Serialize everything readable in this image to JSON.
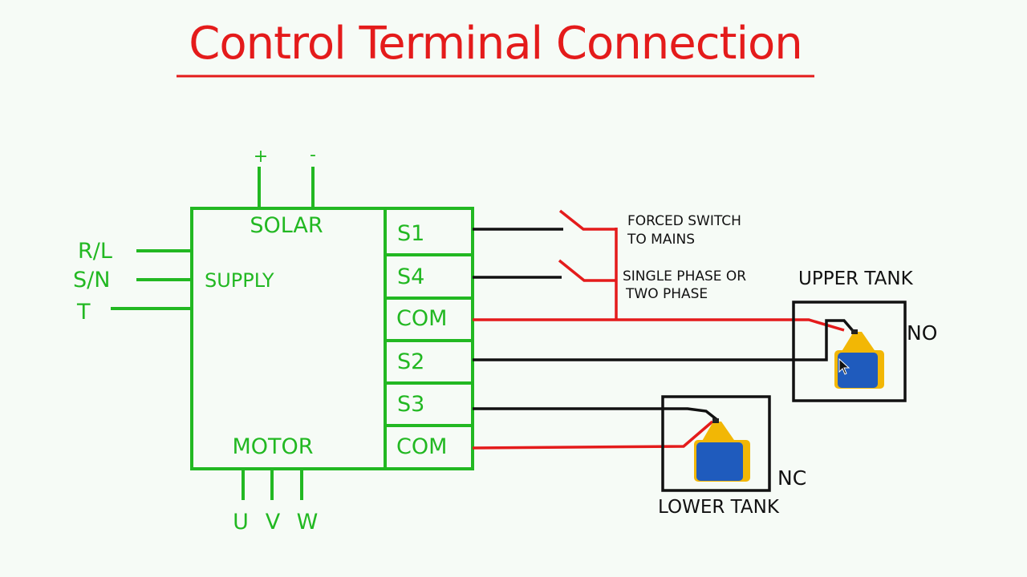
{
  "title": "Control Terminal Connection",
  "colors": {
    "green": "#22b822",
    "red": "#e41b1b",
    "black": "#111111",
    "float_blue": "#1f5bbd",
    "float_yellow": "#f2b705"
  },
  "controller": {
    "solar_plus": "+",
    "solar_minus": "-",
    "solar_label": "SOLAR",
    "supply_label": "SUPPLY",
    "motor_label": "MOTOR",
    "inputs": [
      "R/L",
      "S/N",
      "T"
    ],
    "outputs": [
      "U",
      "V",
      "W"
    ]
  },
  "terminals": [
    "S1",
    "S4",
    "COM",
    "S2",
    "S3",
    "COM"
  ],
  "switches": {
    "forced_switch_line1": "FORCED SWITCH",
    "forced_switch_line2": "TO MAINS",
    "phase_line1": "SINGLE PHASE OR",
    "phase_line2": "TWO PHASE"
  },
  "tanks": {
    "upper_label": "UPPER TANK",
    "upper_contact": "NO",
    "lower_label": "LOWER TANK",
    "lower_contact": "NC",
    "float_icon": "float-switch-icon",
    "cursor_icon": "move-cursor-icon"
  }
}
